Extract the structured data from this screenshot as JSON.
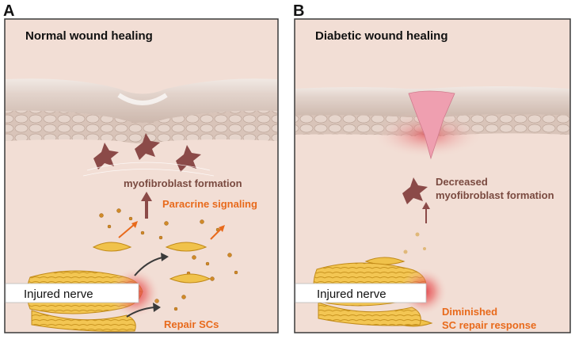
{
  "panel_a": {
    "letter": "A",
    "title": "Normal wound healing",
    "myofibroblast": "myofibroblast formation",
    "paracrine": "Paracrine signaling",
    "nerve": "Injured nerve",
    "repair": "Repair SCs"
  },
  "panel_b": {
    "letter": "B",
    "title": "Diabetic wound healing",
    "decreased_line1": "Decreased",
    "decreased_line2": "myofibroblast formation",
    "nerve": "Injured nerve",
    "diminished_line1": "Diminished",
    "diminished_line2": "SC repair response"
  },
  "colors": {
    "panel_bg": "#f2ded5",
    "skin_top": "#d9c6bc",
    "cell_brown": "#8b4a48",
    "orange_text": "#e86a1c",
    "dark_text": "#7a4a40",
    "nerve_yellow": "#f0c24b",
    "wound_pink": "#ef9fb0"
  }
}
